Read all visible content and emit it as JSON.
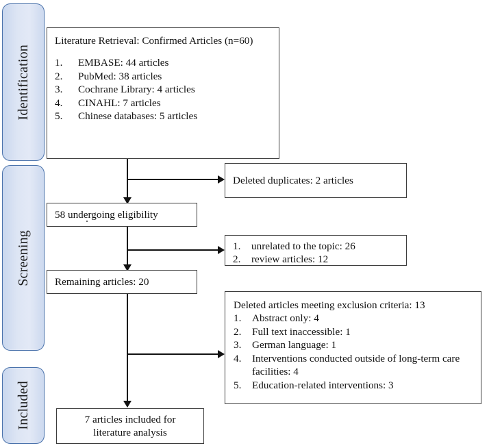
{
  "figure": {
    "type": "prisma-flow-diagram",
    "stages": [
      {
        "id": "identification",
        "label": "Identification"
      },
      {
        "id": "screening",
        "label": "Screening"
      },
      {
        "id": "included",
        "label": "Included"
      }
    ]
  },
  "identification": {
    "retrieval_box": {
      "title": "Literature Retrieval: Confirmed Articles (n=60)",
      "sources": [
        {
          "num": "1.",
          "text": "EMBASE: 44 articles"
        },
        {
          "num": "2.",
          "text": "PubMed: 38 articles"
        },
        {
          "num": "3.",
          "text": "Cochrane Library: 4 articles"
        },
        {
          "num": "4.",
          "text": "CINAHL: 7 articles"
        },
        {
          "num": "5.",
          "text": "Chinese databases: 5 articles"
        }
      ]
    }
  },
  "screening": {
    "duplicates_box": {
      "text": "Deleted duplicates: 2 articles"
    },
    "eligibility_box": {
      "text": "58 undergoing eligibility"
    },
    "screened_out_box": {
      "items": [
        {
          "num": "1.",
          "text": "unrelated to the topic: 26"
        },
        {
          "num": "2.",
          "text": "review articles: 12"
        }
      ]
    },
    "remaining_box": {
      "text": "Remaining articles: 20"
    },
    "exclusion_box": {
      "title": "Deleted articles meeting exclusion criteria: 13",
      "items": [
        {
          "num": "1.",
          "text": "Abstract only: 4"
        },
        {
          "num": "2.",
          "text": "Full text inaccessible: 1"
        },
        {
          "num": "3.",
          "text": "German language: 1"
        },
        {
          "num": "4.",
          "text": "Interventions conducted outside of long-term care facilities: 4"
        },
        {
          "num": "5.",
          "text": "Education-related interventions: 3"
        }
      ]
    }
  },
  "included": {
    "final_box": {
      "text": "7 articles included for\nliterature analysis"
    }
  },
  "chart_data": {
    "type": "flowchart",
    "title": "PRISMA study selection flow diagram",
    "nodes": [
      {
        "id": "retrieval",
        "stage": "Identification",
        "label": "Literature Retrieval: Confirmed Articles (n=60)",
        "value": 60
      },
      {
        "id": "embase",
        "stage": "Identification",
        "label": "EMBASE",
        "value": 44
      },
      {
        "id": "pubmed",
        "stage": "Identification",
        "label": "PubMed",
        "value": 38
      },
      {
        "id": "cochrane",
        "stage": "Identification",
        "label": "Cochrane Library",
        "value": 4
      },
      {
        "id": "cinahl",
        "stage": "Identification",
        "label": "CINAHL",
        "value": 7
      },
      {
        "id": "chinese",
        "stage": "Identification",
        "label": "Chinese databases",
        "value": 5
      },
      {
        "id": "duplicates",
        "stage": "Screening",
        "label": "Deleted duplicates",
        "value": 2
      },
      {
        "id": "eligibility",
        "stage": "Screening",
        "label": "Undergoing eligibility",
        "value": 58
      },
      {
        "id": "unrelated",
        "stage": "Screening",
        "label": "Unrelated to the topic",
        "value": 26
      },
      {
        "id": "reviews",
        "stage": "Screening",
        "label": "Review articles",
        "value": 12
      },
      {
        "id": "remaining",
        "stage": "Screening",
        "label": "Remaining articles",
        "value": 20
      },
      {
        "id": "excluded",
        "stage": "Screening",
        "label": "Deleted articles meeting exclusion criteria",
        "value": 13
      },
      {
        "id": "abstract_only",
        "stage": "Screening",
        "label": "Abstract only",
        "value": 4
      },
      {
        "id": "full_text",
        "stage": "Screening",
        "label": "Full text inaccessible",
        "value": 1
      },
      {
        "id": "german",
        "stage": "Screening",
        "label": "German language",
        "value": 1
      },
      {
        "id": "outside_ltc",
        "stage": "Screening",
        "label": "Interventions conducted outside of long-term care facilities",
        "value": 4
      },
      {
        "id": "education",
        "stage": "Screening",
        "label": "Education-related interventions",
        "value": 3
      },
      {
        "id": "included",
        "stage": "Included",
        "label": "Articles included for literature analysis",
        "value": 7
      }
    ],
    "edges": [
      {
        "from": "retrieval",
        "to": "duplicates"
      },
      {
        "from": "retrieval",
        "to": "eligibility"
      },
      {
        "from": "eligibility",
        "to": "unrelated"
      },
      {
        "from": "eligibility",
        "to": "remaining"
      },
      {
        "from": "remaining",
        "to": "excluded"
      },
      {
        "from": "remaining",
        "to": "included"
      }
    ]
  }
}
